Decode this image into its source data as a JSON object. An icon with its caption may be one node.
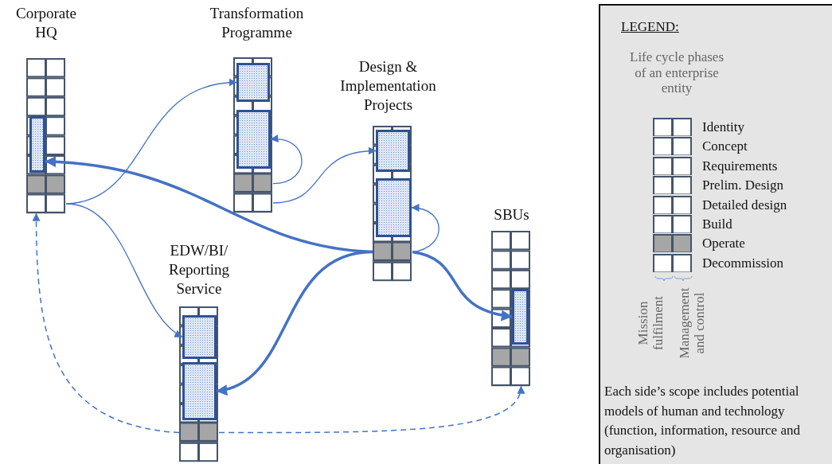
{
  "diagram": {
    "nodes": [
      {
        "text": [
          "Corporate HQ"
        ]
      },
      {
        "text": [],
        "shape": "box",
        "in": 0
      },
      {
        "text": [],
        "shape": "bar",
        "in": 0
      },
      {
        "text": [
          "Transformation Programme"
        ]
      },
      {
        "text": [],
        "shape": "box",
        "in": 3
      },
      {
        "text": [],
        "shape": "box",
        "in": 3
      },
      {
        "text": [],
        "shape": "bar",
        "in": 3
      },
      {
        "text": [],
        "shape": "bar",
        "in": 3
      },
      {
        "text": [
          "Design & Implementation Projects"
        ]
      },
      {
        "text": [],
        "shape": "box",
        "in": 8
      },
      {
        "text": [],
        "shape": "box",
        "in": 8
      },
      {
        "text": [],
        "shape": "bar",
        "in": 8
      },
      {
        "text": [
          "EDW/BI/ Reporting Service"
        ]
      },
      {
        "text": [],
        "shape": "box",
        "in": 12
      },
      {
        "text": [],
        "shape": "box",
        "in": 12
      },
      {
        "text": [],
        "shape": "bar",
        "in": 12
      },
      {
        "text": [
          "SBUs"
        ]
      },
      {
        "text": [],
        "shape": "box",
        "in": 16
      },
      {
        "text": [],
        "shape": "bar",
        "in": 16
      }
    ],
    "edges": [
      {
        "from": 2,
        "to": 4,
        "arrow": "to"
      },
      {
        "from": 2,
        "to": 13,
        "arrow": "to"
      },
      {
        "from": 6,
        "to": 5,
        "arrow": "to"
      },
      {
        "from": 7,
        "to": 9,
        "arrow": "to"
      },
      {
        "from": 11,
        "to": 10,
        "arrow": "to"
      },
      {
        "from": 11,
        "to": 1,
        "arrow": "to",
        "style": "thick"
      },
      {
        "from": 11,
        "to": 14,
        "arrow": "to",
        "style": "thick"
      },
      {
        "from": 11,
        "to": 17,
        "arrow": "to",
        "style": "thick"
      },
      {
        "from": 15,
        "to": 2,
        "arrow": "to",
        "style": "dashed"
      },
      {
        "from": 15,
        "to": 18,
        "arrow": "to",
        "style": "dashed"
      }
    ],
    "labels": [
      "LEGEND:",
      "Life cycle phases of an enterprise entity",
      "Mission fulfilment",
      "Management and control",
      "Each side’s scope includes potential models of human and technology (function, information, resource and organisation)"
    ],
    "legend": [
      {
        "text": "Identity",
        "color": "#ffffff"
      },
      {
        "text": "Concept",
        "color": "#ffffff"
      },
      {
        "text": "Requirements",
        "color": "#ffffff"
      },
      {
        "text": "Prelim. Design",
        "color": "#ffffff"
      },
      {
        "text": "Detailed design",
        "color": "#ffffff"
      },
      {
        "text": "Build",
        "color": "#ffffff"
      },
      {
        "text": "Operate",
        "color": "#a6a6a6"
      },
      {
        "text": "Decommission",
        "color": "#ffffff"
      }
    ]
  }
}
